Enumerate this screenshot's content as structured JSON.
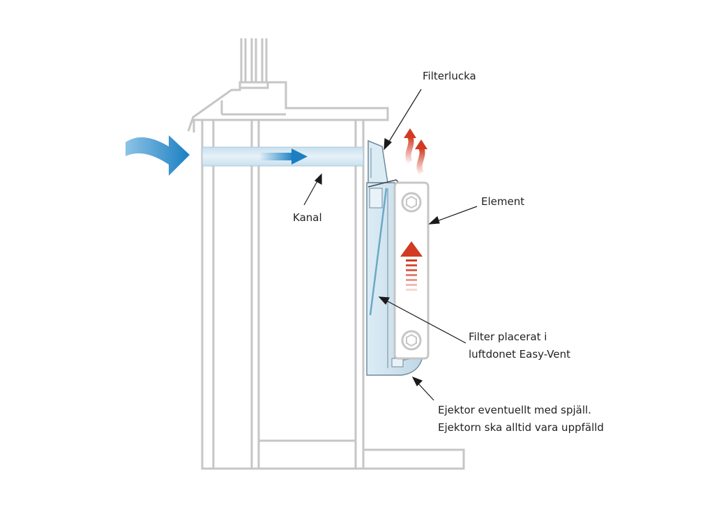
{
  "labels": {
    "filterlucka": "Filterlucka",
    "element": "Element",
    "kanal": "Kanal",
    "filter_line1": "Filter placerat i",
    "filter_line2": "luftdonet Easy-Vent",
    "ejektor_line1": "Ejektor eventuellt med spjäll.",
    "ejektor_line2": "Ejektorn ska alltid vara uppfälld"
  },
  "colors": {
    "wall_stroke": "#c6c6c6",
    "channel_fill": "#d7e9f4",
    "air_blue": "#1b7fc1",
    "heat_red": "#d23a22",
    "vent_fill": "#cfe3ef",
    "leader_line": "#1a1a1a"
  },
  "icons": {
    "incoming_air": "wavy-arrow-icon",
    "channel_flow": "arrow-right-icon",
    "heat_up": "arrow-up-icon"
  }
}
